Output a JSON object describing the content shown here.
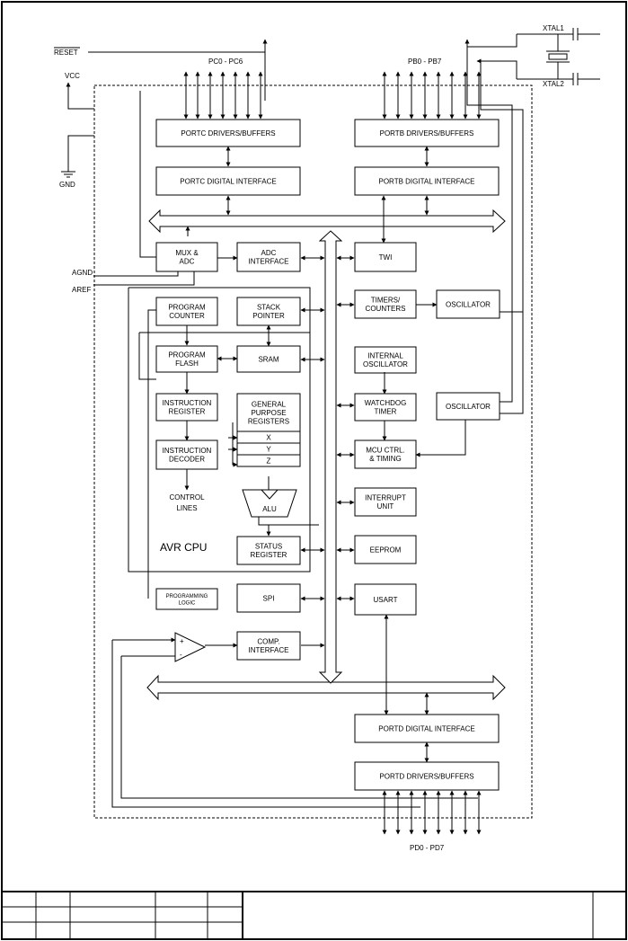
{
  "labels": {
    "reset": "RESET",
    "vcc": "VCC",
    "gnd": "GND",
    "agnd": "AGND",
    "aref": "AREF",
    "pc_pins": "PC0 - PC6",
    "pb_pins": "PB0 - PB7",
    "pd_pins": "PD0 - PD7",
    "xtal1": "XTAL1",
    "xtal2": "XTAL2",
    "avr_cpu": "AVR CPU",
    "control_lines_1": "CONTROL",
    "control_lines_2": "LINES",
    "comparator_plus": "+",
    "comparator_minus": "-"
  },
  "blocks": {
    "portc_drivers": [
      "PORTC DRIVERS/BUFFERS"
    ],
    "portc_digital": [
      "PORTC DIGITAL INTERFACE"
    ],
    "portb_drivers": [
      "PORTB DRIVERS/BUFFERS"
    ],
    "portb_digital": [
      "PORTB DIGITAL INTERFACE"
    ],
    "mux_adc": [
      "MUX &",
      "ADC"
    ],
    "adc_interface": [
      "ADC",
      "INTERFACE"
    ],
    "twi": [
      "TWI"
    ],
    "program_counter": [
      "PROGRAM",
      "COUNTER"
    ],
    "stack_pointer": [
      "STACK",
      "POINTER"
    ],
    "timers_counters": [
      "TIMERS/",
      "COUNTERS"
    ],
    "oscillator_1": [
      "OSCILLATOR"
    ],
    "program_flash": [
      "PROGRAM",
      "FLASH"
    ],
    "sram": [
      "SRAM"
    ],
    "internal_oscillator": [
      "INTERNAL",
      "OSCILLATOR"
    ],
    "instruction_register": [
      "INSTRUCTION",
      "REGISTER"
    ],
    "general_purpose_registers": [
      "GENERAL",
      "PURPOSE",
      "REGISTERS"
    ],
    "reg_x": [
      "X"
    ],
    "reg_y": [
      "Y"
    ],
    "reg_z": [
      "Z"
    ],
    "watchdog_timer": [
      "WATCHDOG",
      "TIMER"
    ],
    "oscillator_2": [
      "OSCILLATOR"
    ],
    "instruction_decoder": [
      "INSTRUCTION",
      "DECODER"
    ],
    "mcu_ctrl": [
      "MCU CTRL.",
      "& TIMING"
    ],
    "alu": [
      "ALU"
    ],
    "interrupt_unit": [
      "INTERRUPT",
      "UNIT"
    ],
    "status_register": [
      "STATUS",
      "REGISTER"
    ],
    "eeprom": [
      "EEPROM"
    ],
    "programming_logic": [
      "PROGRAMMING",
      "LOGIC"
    ],
    "spi": [
      "SPI"
    ],
    "usart": [
      "USART"
    ],
    "comp_interface": [
      "COMP.",
      "INTERFACE"
    ],
    "portd_digital": [
      "PORTD DIGITAL INTERFACE"
    ],
    "portd_drivers": [
      "PORTD DRIVERS/BUFFERS"
    ]
  }
}
